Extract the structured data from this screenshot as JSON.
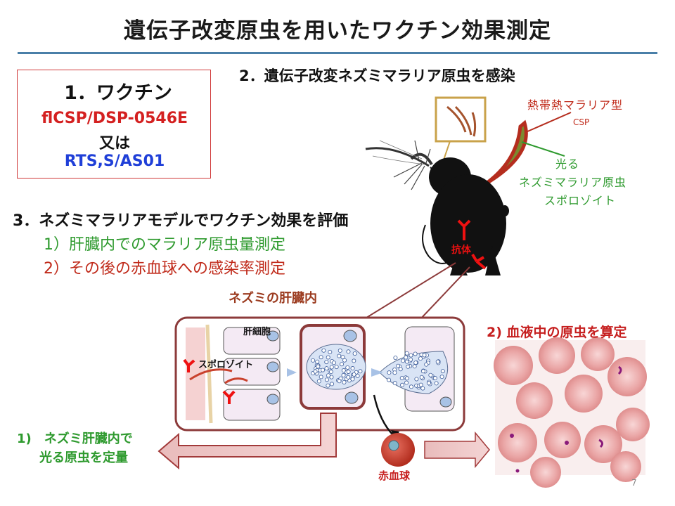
{
  "title": "遺伝子改変原虫を用いたワクチン効果測定",
  "vaccine": {
    "heading": "1．ワクチン",
    "line1": "flCSP/DSP-0546E",
    "line2": "又は",
    "line3": "RTS,S/AS01"
  },
  "step2": "2．遺伝子改変ネズミマラリア原虫を感染",
  "step3": {
    "heading": "3．ネズミマラリアモデルでワクチン効果を評価",
    "item1": "1）肝臓内でのマラリア原虫量測定",
    "item2": "2）その後の赤血球への感染率測定"
  },
  "labels": {
    "plasmodium_type": "熱帯熱マラリア型",
    "csp": "CSP",
    "glowing_1": "光る",
    "glowing_2": "ネズミマラリア原虫",
    "glowing_3": "スポロゾイト",
    "antibody": "抗体",
    "liver_inside": "ネズミの肝臓内",
    "hepatocyte": "肝細胞",
    "sporozoite": "スポロゾイト",
    "red_blood_cell": "赤血球",
    "blood_count": "2) 血液中の原虫を算定",
    "result1_line1": "1)　ネズミ肝臓内で",
    "result1_line2": "光る原虫を定量"
  },
  "page_number": "7",
  "colors": {
    "title_rule": "#4a7fa8",
    "red_text": "#d42020",
    "blue_text": "#1f3fd8",
    "green_text": "#2e9a2e",
    "liver_frame": "#8c3a3a",
    "rbc": "#e79a9a"
  }
}
